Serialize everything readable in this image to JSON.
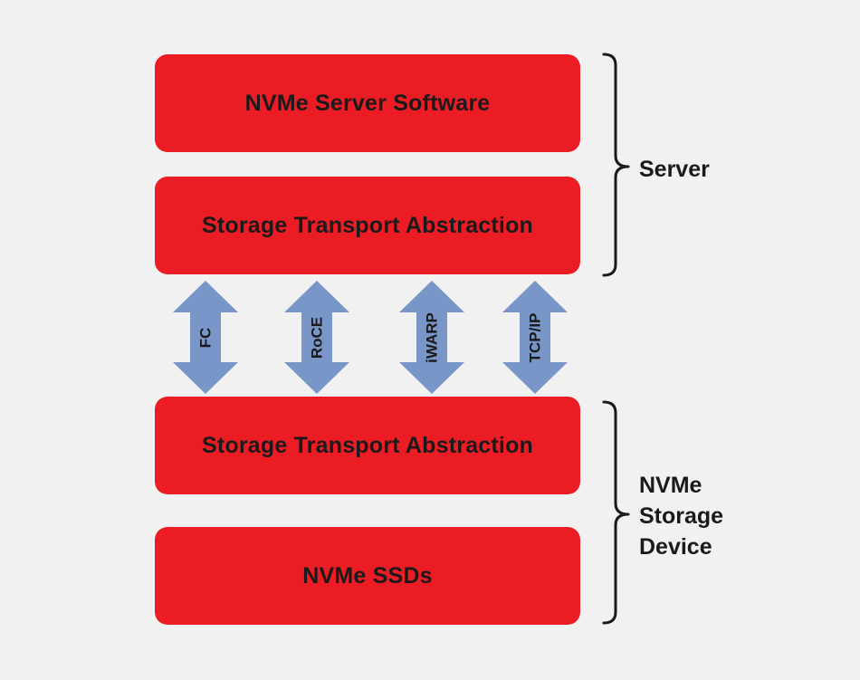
{
  "diagram": {
    "layers": [
      {
        "id": "server-software",
        "label": "NVMe Server Software"
      },
      {
        "id": "server-transport",
        "label": "Storage Transport Abstraction"
      },
      {
        "id": "device-transport",
        "label": "Storage Transport Abstraction"
      },
      {
        "id": "ssds",
        "label": "NVMe SSDs"
      }
    ],
    "transports": [
      "FC",
      "RoCE",
      "iWARP",
      "TCP/IP"
    ],
    "groups": {
      "server": "Server",
      "device_lines": [
        "NVMe",
        "Storage",
        "Device"
      ]
    }
  },
  "colors": {
    "background": "#f1f1f1",
    "layer_fill": "#ec1c24",
    "arrow_fill": "#7996c8",
    "text": "#1a1a1a"
  }
}
